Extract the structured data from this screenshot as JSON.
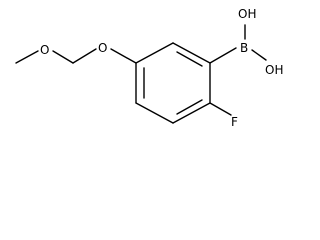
{
  "molecule": {
    "labels": {
      "oh_top": "OH",
      "oh_bottom": "OH",
      "boron": "B",
      "fluorine": "F",
      "ether_oxygen": "O",
      "ring_oxygen": "O"
    }
  }
}
